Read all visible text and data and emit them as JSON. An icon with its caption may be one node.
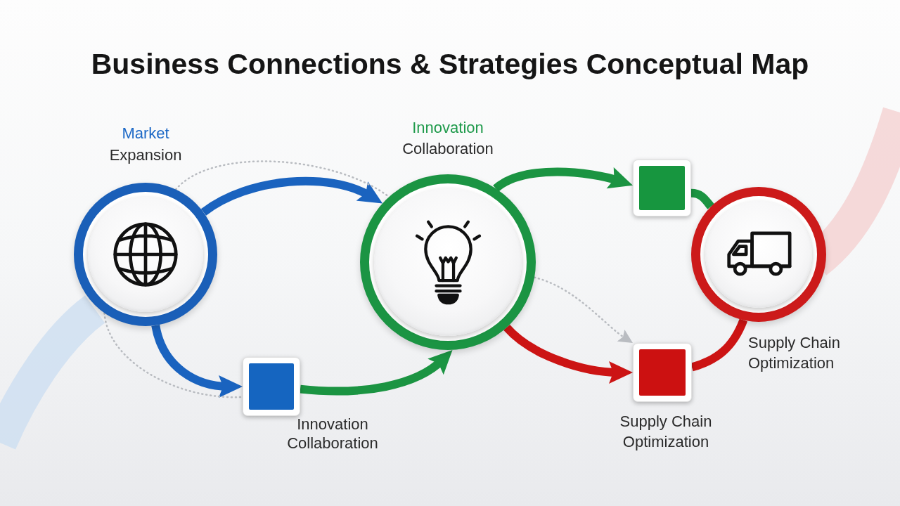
{
  "diagram": {
    "title": "Business Connections & Strategies Conceptual Map",
    "nodes": [
      {
        "text": [
          "Market Expansion"
        ]
      },
      {
        "text": [
          "Innovation Collaboration"
        ]
      },
      {
        "text": [],
        "shape": "box",
        "beside": [
          "Innovation Collaboration"
        ]
      },
      {
        "text": [],
        "shape": "box"
      },
      {
        "text": [],
        "shape": "box",
        "beside": [
          "Supply Chain Optimization"
        ]
      },
      {
        "text": [],
        "shape": "circle",
        "beside": [
          "Supply Chain Optimization"
        ]
      }
    ],
    "edges": [
      {
        "from": 0,
        "to": 1,
        "arrow": "to",
        "color": "#1a63bf"
      },
      {
        "from": 0,
        "to": 2,
        "arrow": "to",
        "color": "#1a63bf"
      },
      {
        "from": 2,
        "to": 1,
        "arrow": "to",
        "color": "#1b9442"
      },
      {
        "from": 1,
        "to": 3,
        "arrow": "to",
        "color": "#1b9442"
      },
      {
        "from": 3,
        "to": 5,
        "arrow": "none",
        "color": "#1b9442"
      },
      {
        "from": 1,
        "to": 4,
        "arrow": "to",
        "color": "#cc1414"
      },
      {
        "from": 4,
        "to": 5,
        "arrow": "none",
        "color": "#cc1414"
      },
      {
        "from": 0,
        "to": 1,
        "arrow": "none",
        "style": "dashed",
        "color": "#b9bcc1"
      },
      {
        "from": 0,
        "to": 2,
        "arrow": "none",
        "style": "dashed",
        "color": "#b9bcc1"
      },
      {
        "from": 1,
        "to": 4,
        "arrow": "to",
        "style": "dashed",
        "color": "#b9bcc1"
      }
    ]
  }
}
